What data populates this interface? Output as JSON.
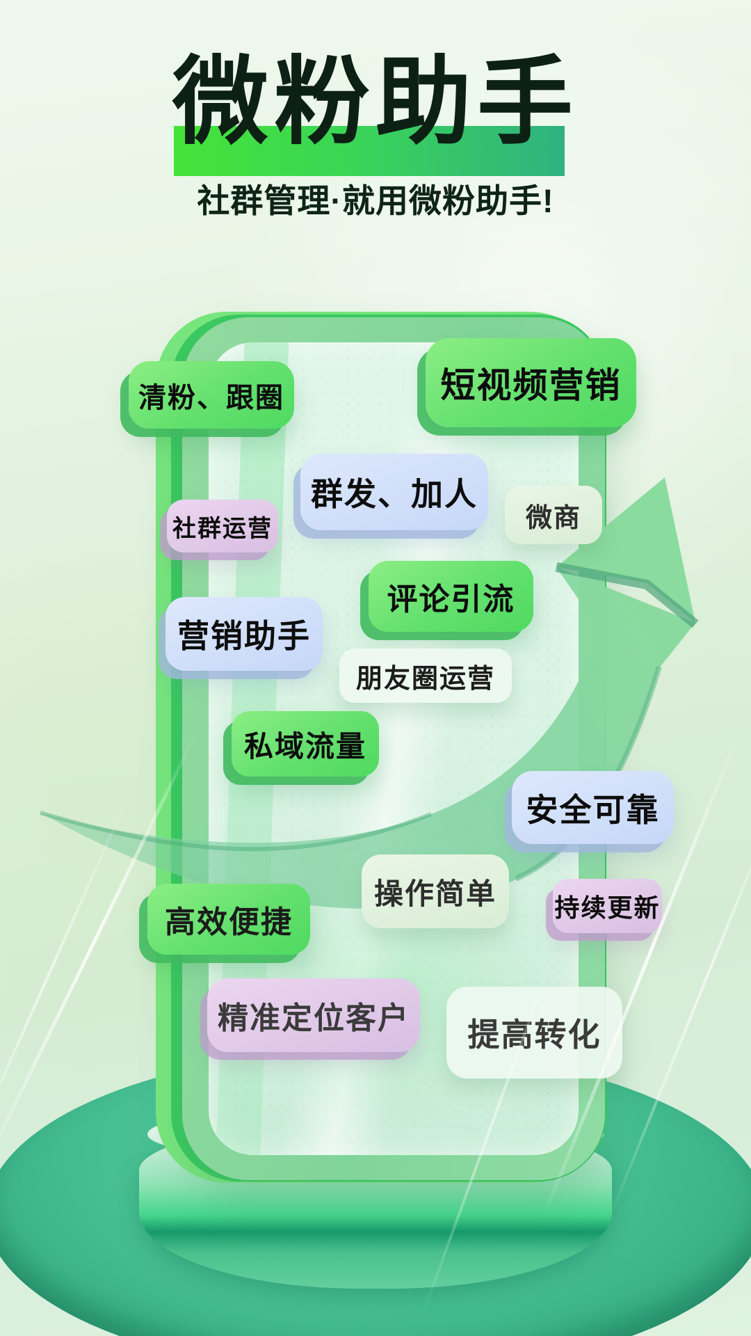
{
  "poster": {
    "title": "微粉助手",
    "subtitle": "社群管理·就用微粉助手!",
    "tags": [
      {
        "label": "清粉、跟圈",
        "style": "green"
      },
      {
        "label": "短视频营销",
        "style": "green"
      },
      {
        "label": "社群运营",
        "style": "pink"
      },
      {
        "label": "群发、加人",
        "style": "blue"
      },
      {
        "label": "微商",
        "style": "mint"
      },
      {
        "label": "评论引流",
        "style": "green"
      },
      {
        "label": "营销助手",
        "style": "blue"
      },
      {
        "label": "朋友圈运营",
        "style": "white"
      },
      {
        "label": "私域流量",
        "style": "green"
      },
      {
        "label": "安全可靠",
        "style": "blue"
      },
      {
        "label": "操作简单",
        "style": "mint"
      },
      {
        "label": "持续更新",
        "style": "pink"
      },
      {
        "label": "高效便捷",
        "style": "green"
      },
      {
        "label": "精准定位客户",
        "style": "pink"
      },
      {
        "label": "提高转化",
        "style": "white"
      }
    ],
    "colors": {
      "title_text": "#0d2014",
      "title_bar_gradient_start": "#45e338",
      "title_bar_gradient_end": "#2fb27f",
      "tag_green": "#63e06e",
      "tag_blue": "#c6d7f8",
      "tag_pink": "#d9bfe3",
      "tag_mint": "#d8edd5",
      "phone_frame": "#96dba2",
      "phone_stripe_dark": "#3bcb61",
      "arrow": "#86d89d",
      "podium": "#3fbb8e",
      "background_top": "#eff8ed",
      "background_bottom": "#dff2e0"
    }
  }
}
